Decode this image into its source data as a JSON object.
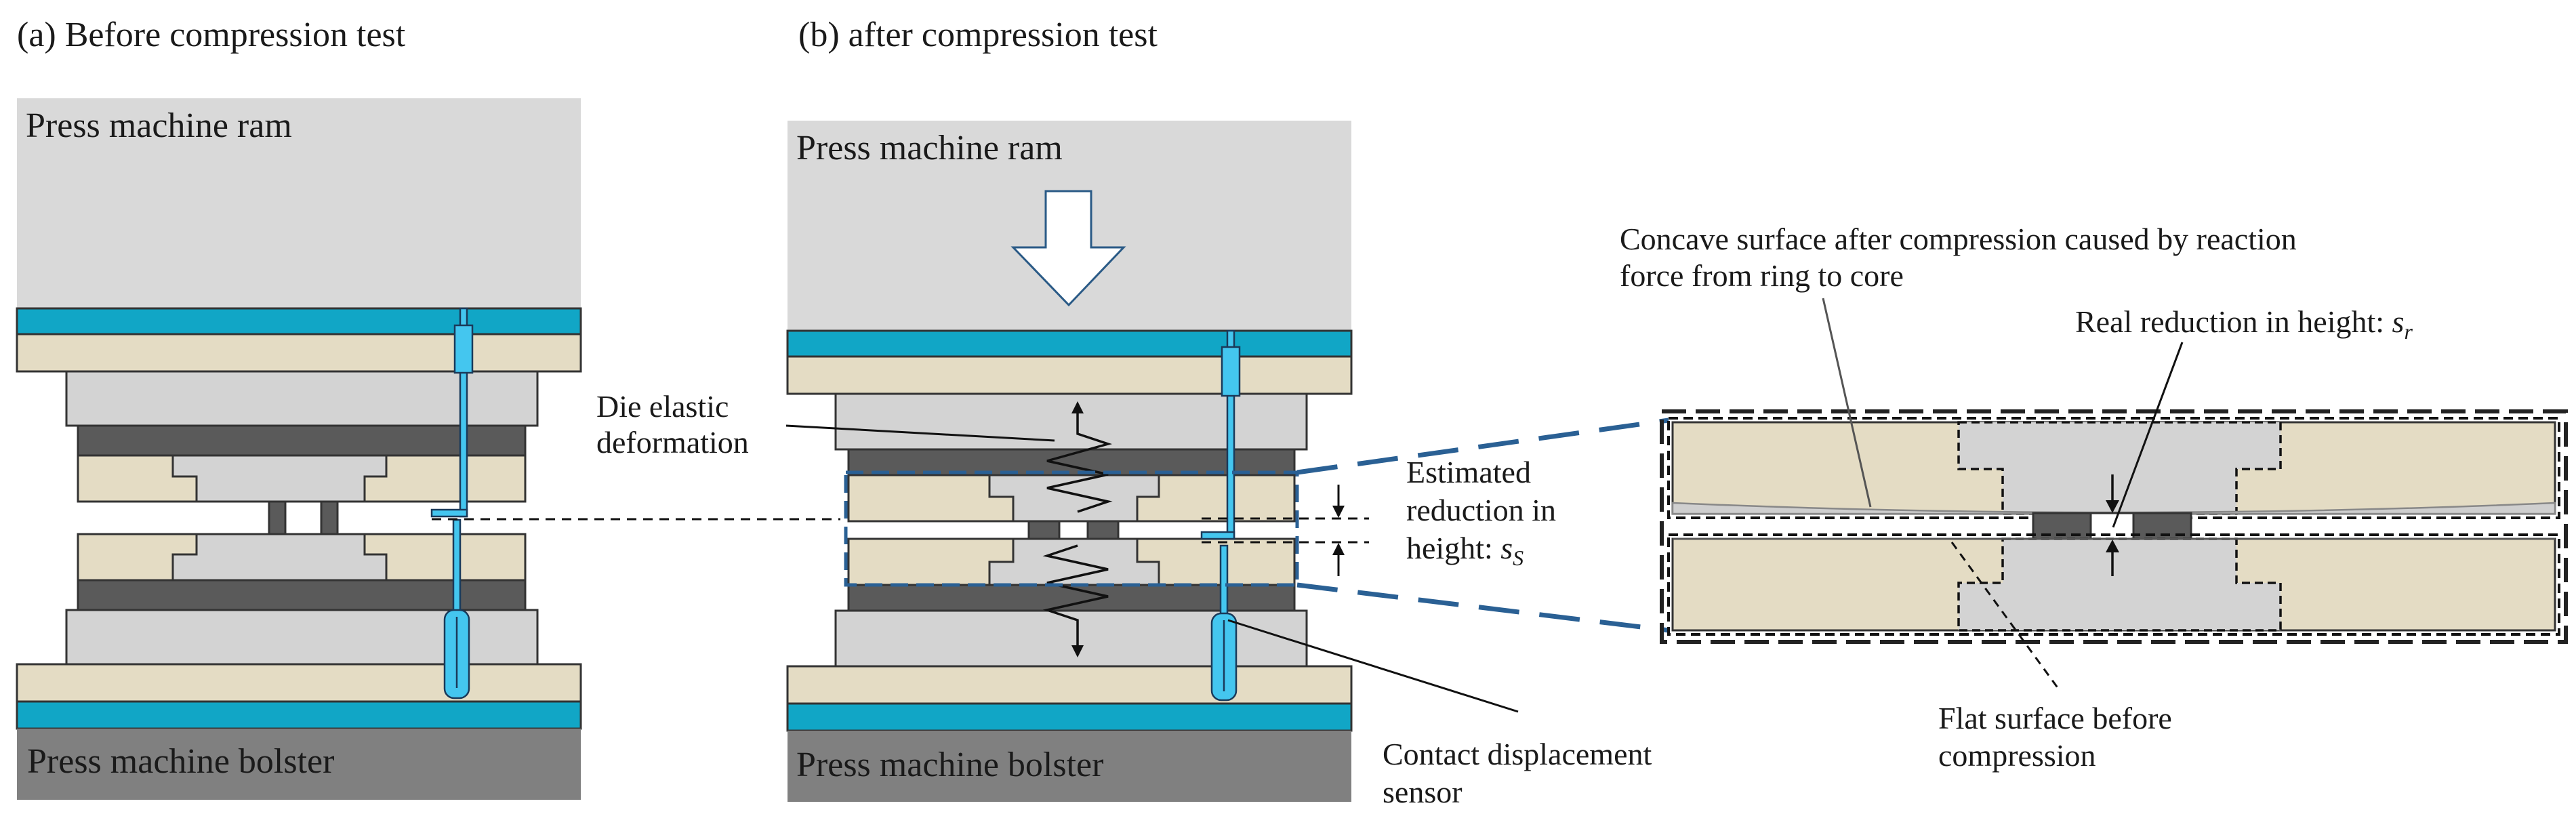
{
  "panel_a": {
    "title": "(a) Before compression test",
    "ram_label": "Press machine ram",
    "bolster_label": "Press machine bolster"
  },
  "panel_b": {
    "title": "(b) after compression test",
    "ram_label": "Press machine ram",
    "bolster_label": "Press machine bolster",
    "die_elastic_line1": "Die elastic",
    "die_elastic_line2": "deformation",
    "estimated_line1": "Estimated",
    "estimated_line2": "reduction in",
    "estimated_line3": "height: ",
    "estimated_symbol": "s",
    "estimated_sub": "S",
    "sensor_line1": "Contact displacement",
    "sensor_line2": "sensor"
  },
  "detail": {
    "concave_line1": "Concave surface after compression caused by reaction",
    "concave_line2": "force from ring to core",
    "real_reduction": "Real reduction in height: ",
    "real_symbol": "s",
    "real_sub": "r",
    "flat_line1": "Flat surface before",
    "flat_line2": "compression"
  },
  "colors": {
    "ram_gray": "#d9d9d9",
    "bolster_gray": "#808080",
    "plate_cyan": "#11a6c6",
    "die_beige": "#e4dcc4",
    "die_gray": "#d3d3d3",
    "dark_plate": "#5a5a5a",
    "sensor_blue": "#44c6ef",
    "zoom_blue": "#2a6094",
    "outline": "#333333"
  }
}
